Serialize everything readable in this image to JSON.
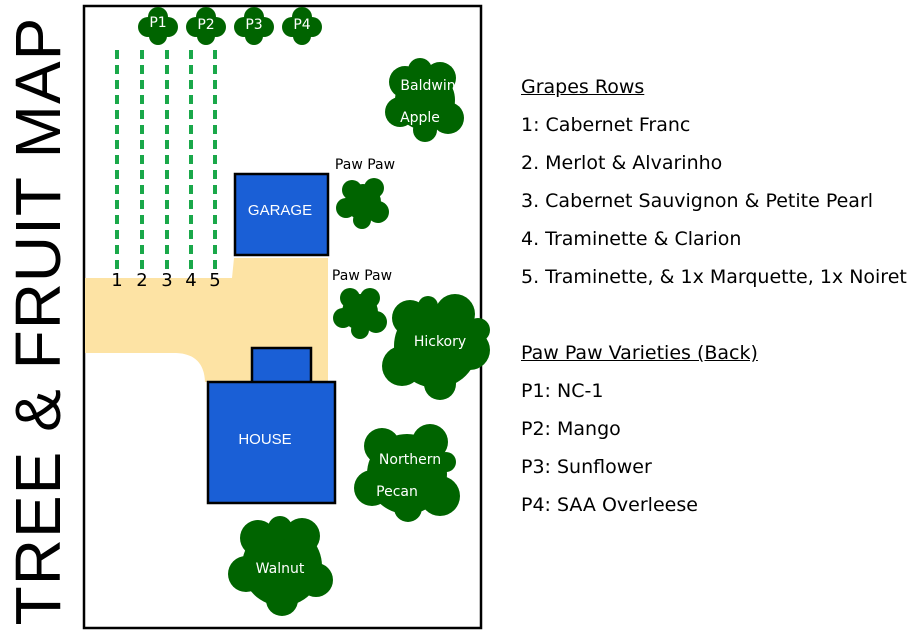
{
  "title": "TREE & FRUIT MAP",
  "map": {
    "garage_label": "GARAGE",
    "house_label": "HOUSE",
    "row_numbers": [
      "1",
      "2",
      "3",
      "4",
      "5"
    ],
    "pawpaw_back": [
      "P1",
      "P2",
      "P3",
      "P4"
    ],
    "trees": {
      "baldwin_line1": "Baldwin",
      "baldwin_line2": "Apple",
      "pawpaw_upper": "Paw Paw",
      "pawpaw_lower": "Paw Paw",
      "hickory": "Hickory",
      "pecan_line1": "Northern",
      "pecan_line2": "Pecan",
      "walnut": "Walnut"
    },
    "colors": {
      "building": "#1a5fd6",
      "tree": "#006400",
      "driveway": "#fde3a4",
      "grape_rows": "#1aa84a"
    }
  },
  "legend": {
    "grapes_header": "Grapes Rows",
    "grapes_rows": [
      "1: Cabernet Franc",
      "2. Merlot & Alvarinho",
      "3. Cabernet Sauvignon & Petite Pearl",
      "4. Traminette & Clarion",
      "5. Traminette, & 1x Marquette, 1x Noiret"
    ],
    "pawpaw_header": "Paw Paw Varieties (Back)",
    "pawpaw_items": [
      "P1: NC-1",
      "P2: Mango",
      "P3: Sunflower",
      "P4: SAA Overleese"
    ]
  }
}
